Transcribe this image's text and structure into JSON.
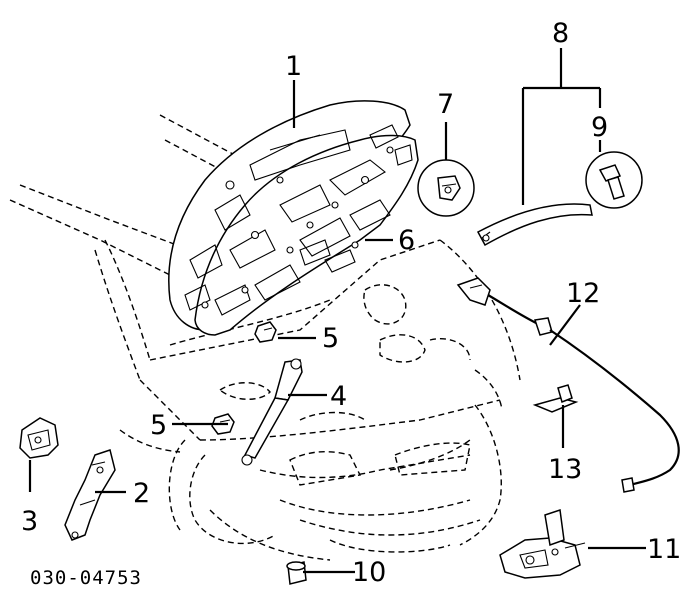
{
  "diagram": {
    "code": "030-04753",
    "callouts": {
      "c1": "1",
      "c2": "2",
      "c3": "3",
      "c4": "4",
      "c5a": "5",
      "c5b": "5",
      "c6": "6",
      "c7": "7",
      "c8": "8",
      "c9": "9",
      "c10": "10",
      "c11": "11",
      "c12": "12",
      "c13": "13"
    }
  }
}
